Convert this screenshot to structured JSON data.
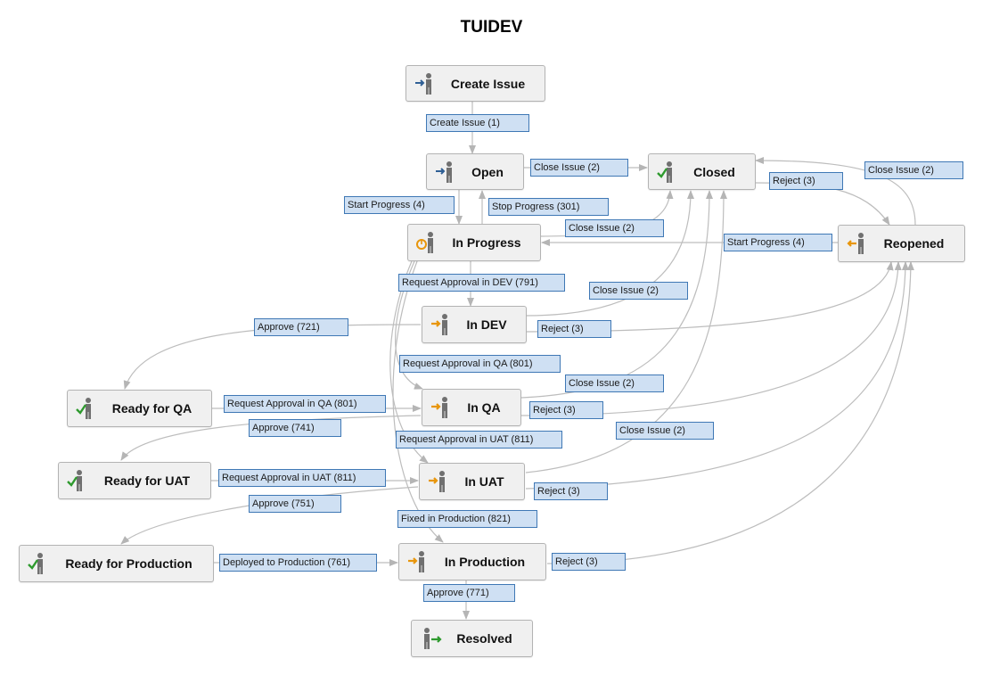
{
  "workflow": {
    "title": "TUIDEV"
  },
  "statuses": [
    {
      "id": "create",
      "name": "Create Issue",
      "icon": "person-enter-icon"
    },
    {
      "id": "open",
      "name": "Open",
      "icon": "person-enter-icon"
    },
    {
      "id": "closed",
      "name": "Closed",
      "icon": "person-check-icon"
    },
    {
      "id": "inprogress",
      "name": "In Progress",
      "icon": "person-progress-icon"
    },
    {
      "id": "reopened",
      "name": "Reopened",
      "icon": "person-reopen-icon"
    },
    {
      "id": "indev",
      "name": "In DEV",
      "icon": "person-arrow-in-icon"
    },
    {
      "id": "readyqa",
      "name": "Ready for QA",
      "icon": "person-check-icon"
    },
    {
      "id": "inqa",
      "name": "In QA",
      "icon": "person-arrow-in-icon"
    },
    {
      "id": "readyuat",
      "name": "Ready for UAT",
      "icon": "person-check-icon"
    },
    {
      "id": "inuat",
      "name": "In UAT",
      "icon": "person-arrow-in-icon"
    },
    {
      "id": "readyprod",
      "name": "Ready for Production",
      "icon": "person-check-icon"
    },
    {
      "id": "inprod",
      "name": "In Production",
      "icon": "person-arrow-in-icon"
    },
    {
      "id": "resolved",
      "name": "Resolved",
      "icon": "person-exit-icon"
    }
  ],
  "transitions": [
    {
      "id": "t-create",
      "label": "Create Issue (1)"
    },
    {
      "id": "t-close-open",
      "label": "Close Issue (2)"
    },
    {
      "id": "t-close-reopened",
      "label": "Close Issue (2)"
    },
    {
      "id": "t-reject-closed",
      "label": "Reject (3)"
    },
    {
      "id": "t-start-open",
      "label": "Start Progress (4)"
    },
    {
      "id": "t-stop",
      "label": "Stop Progress (301)"
    },
    {
      "id": "t-close-inprogress",
      "label": "Close Issue (2)"
    },
    {
      "id": "t-start-reopened",
      "label": "Start Progress (4)"
    },
    {
      "id": "t-req-dev",
      "label": "Request Approval in DEV (791)"
    },
    {
      "id": "t-close-indev",
      "label": "Close Issue (2)"
    },
    {
      "id": "t-approve-721",
      "label": "Approve (721)"
    },
    {
      "id": "t-reject-indev",
      "label": "Reject (3)"
    },
    {
      "id": "t-req-qa-1",
      "label": "Request Approval in QA (801)"
    },
    {
      "id": "t-close-inqa",
      "label": "Close Issue (2)"
    },
    {
      "id": "t-req-qa-2",
      "label": "Request Approval in QA (801)"
    },
    {
      "id": "t-reject-inqa",
      "label": "Reject (3)"
    },
    {
      "id": "t-approve-741",
      "label": "Approve (741)"
    },
    {
      "id": "t-req-uat-1",
      "label": "Request Approval in UAT (811)"
    },
    {
      "id": "t-close-inuat",
      "label": "Close Issue (2)"
    },
    {
      "id": "t-req-uat-2",
      "label": "Request Approval in UAT (811)"
    },
    {
      "id": "t-reject-inuat",
      "label": "Reject (3)"
    },
    {
      "id": "t-approve-751",
      "label": "Approve (751)"
    },
    {
      "id": "t-fixed",
      "label": "Fixed in Production (821)"
    },
    {
      "id": "t-deployed",
      "label": "Deployed to Production (761)"
    },
    {
      "id": "t-reject-inprod",
      "label": "Reject (3)"
    },
    {
      "id": "t-approve-771",
      "label": "Approve (771)"
    }
  ]
}
